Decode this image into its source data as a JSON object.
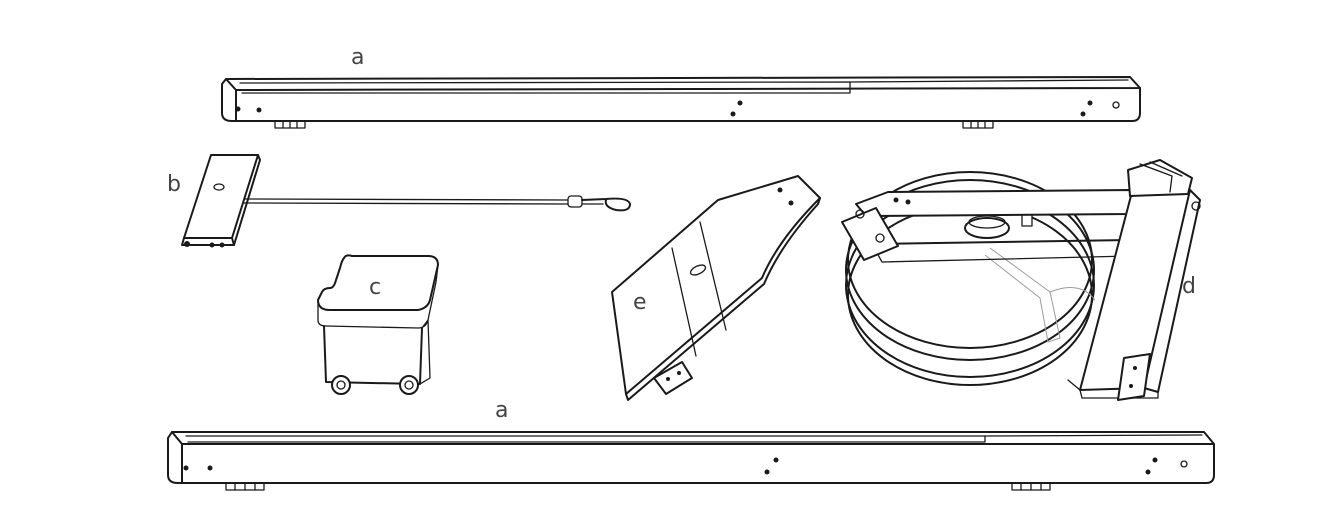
{
  "labels": {
    "rail_top": "a",
    "rail_bottom": "a",
    "footrest": "b",
    "seat": "c",
    "monorail_base": "d",
    "footplate": "e"
  },
  "colors": {
    "line": "#1a1a1a",
    "label": "#444444",
    "background": "#ffffff"
  }
}
